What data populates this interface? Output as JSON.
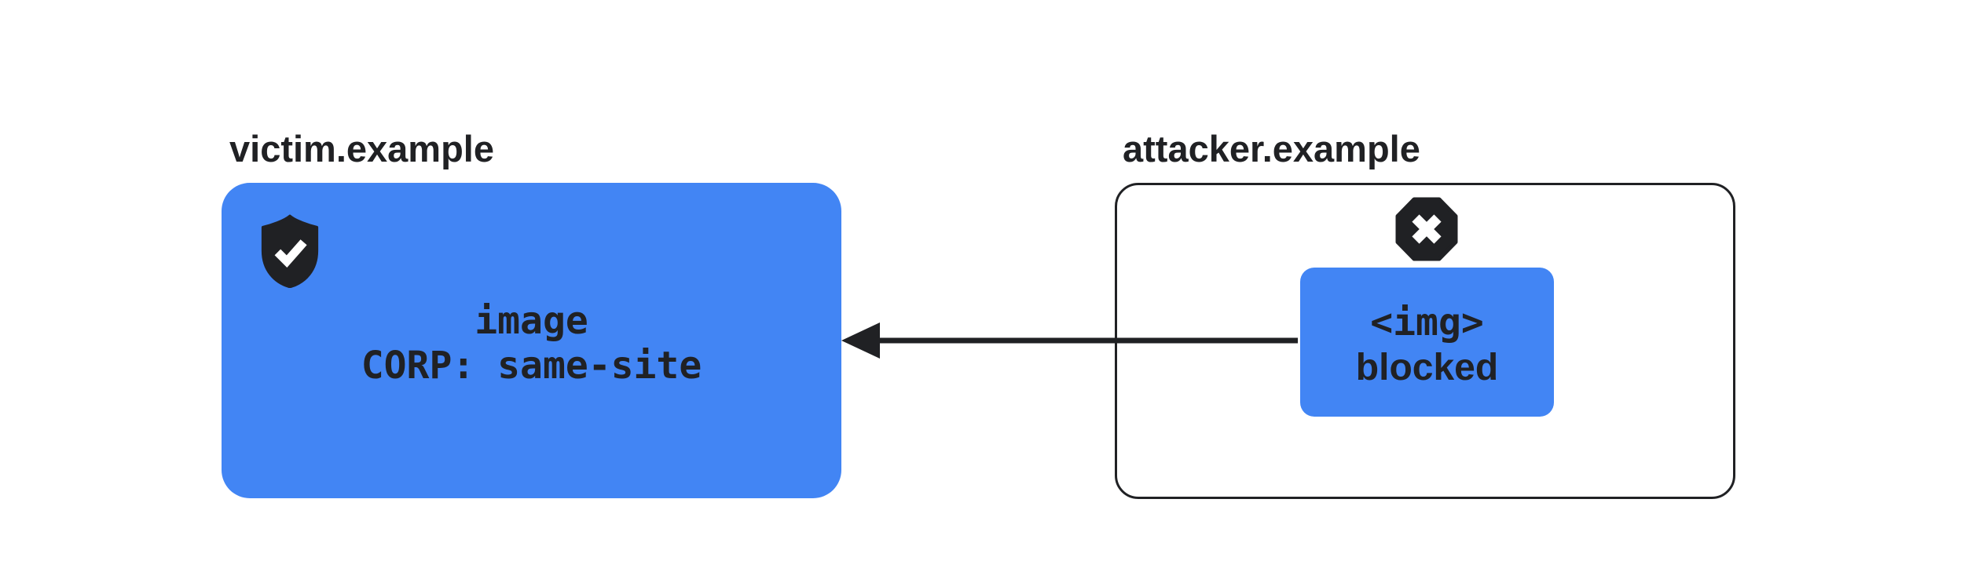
{
  "victim": {
    "domain_label": "victim.example",
    "resource_line1": "image",
    "resource_line2": "CORP: same-site",
    "icon": "shield-check-icon"
  },
  "attacker": {
    "domain_label": "attacker.example",
    "request_line1": "<img>",
    "request_line2": "blocked",
    "icon": "blocked-octagon-icon"
  },
  "arrow": {
    "direction": "right-to-left",
    "from": "attacker.example img request",
    "to": "victim.example image"
  },
  "colors": {
    "accent_blue": "#4285F4",
    "ink": "#202124",
    "background": "#ffffff"
  }
}
